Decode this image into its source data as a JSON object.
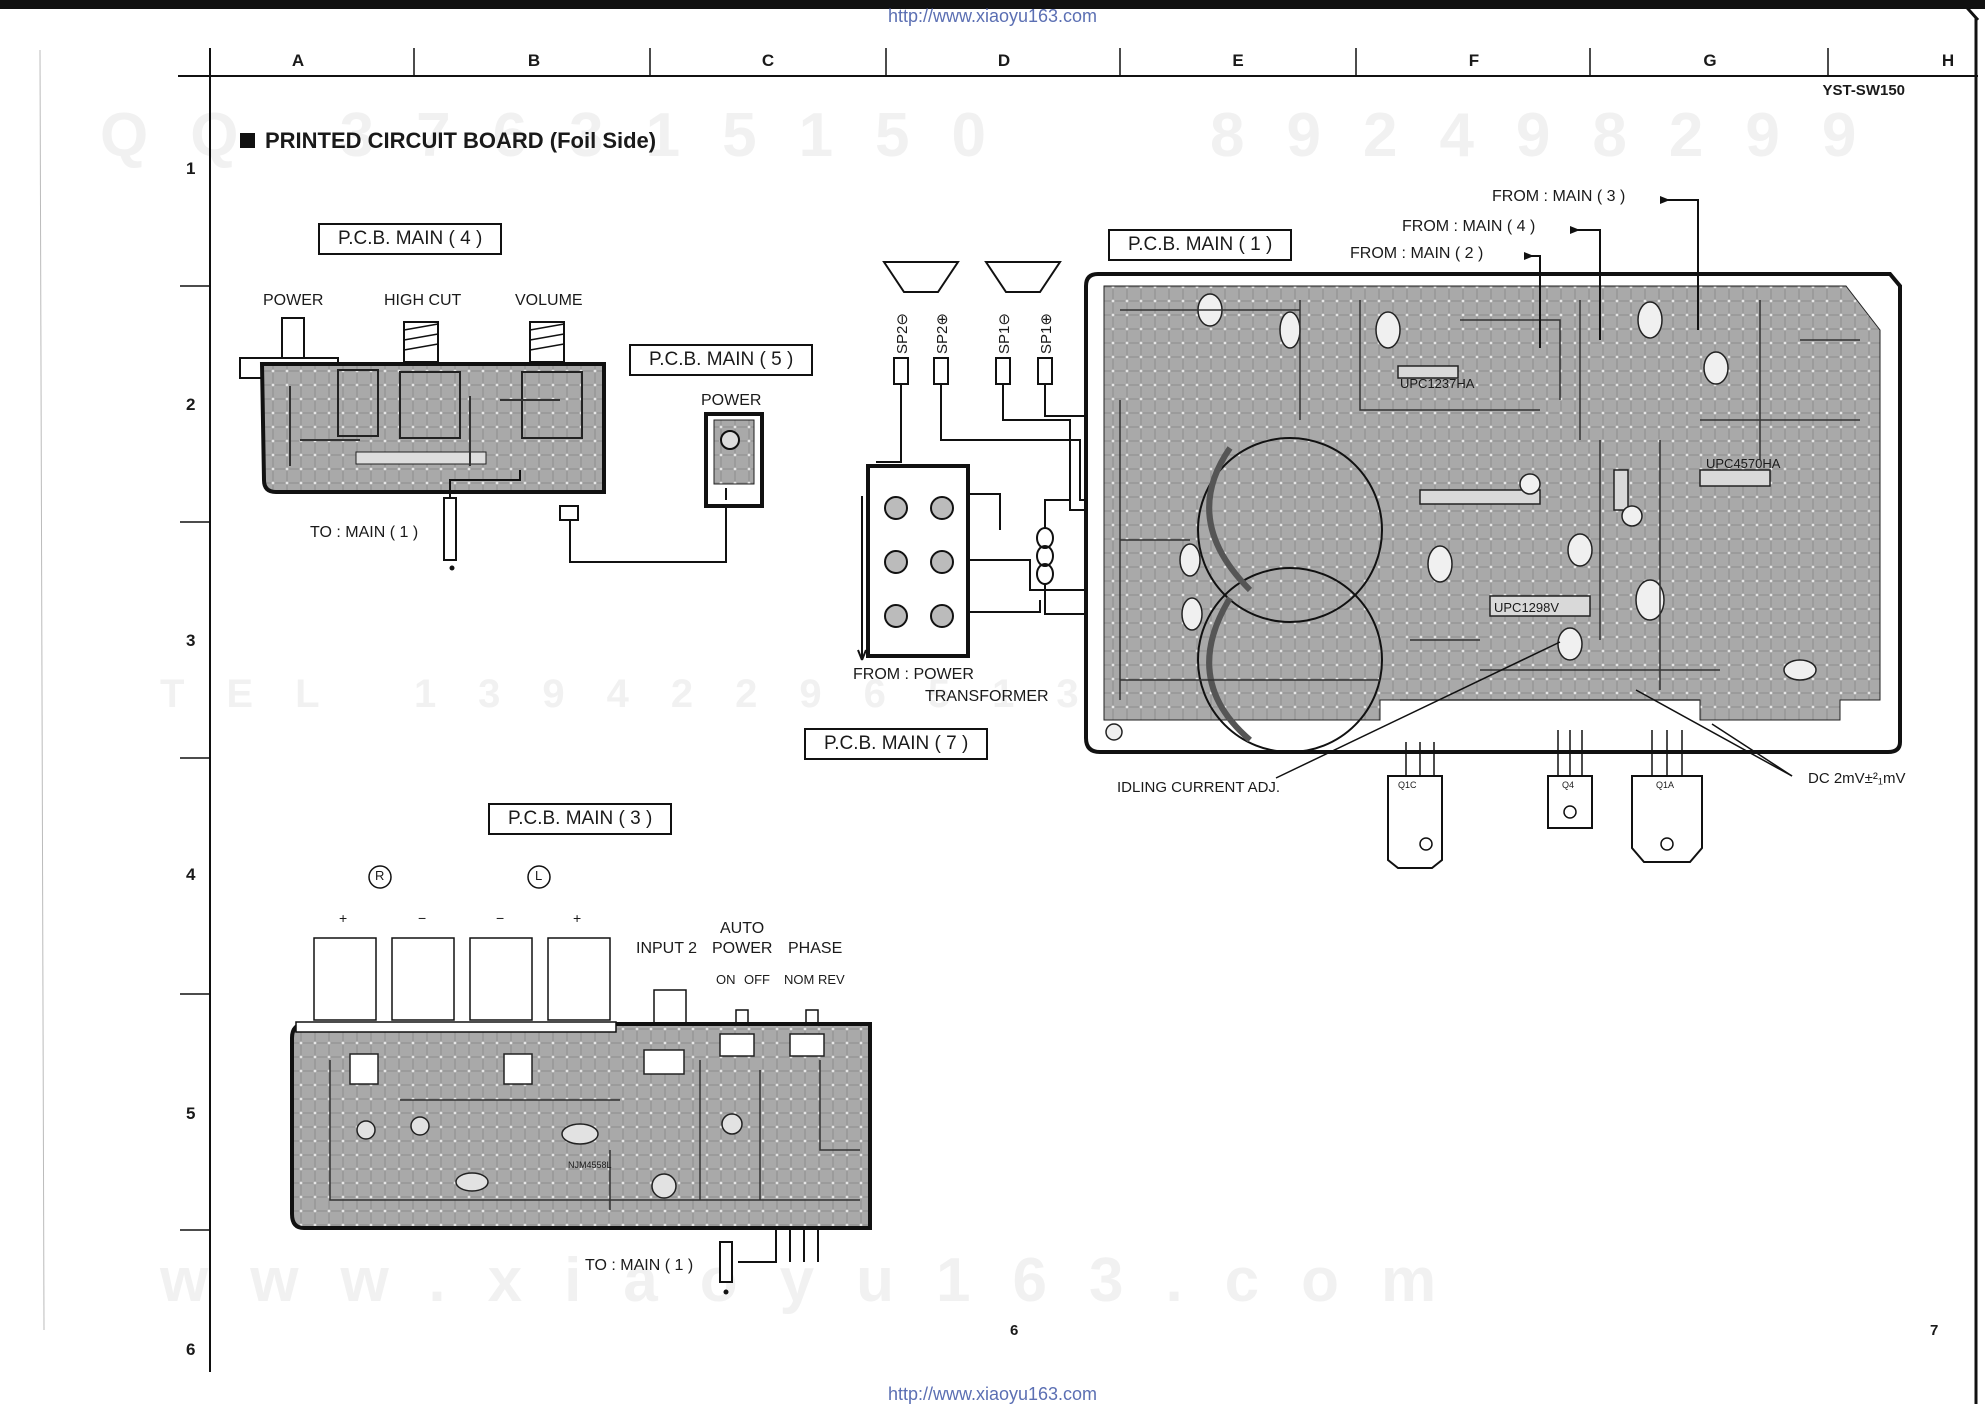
{
  "header": {
    "url_top": "http://www.xiaoyu163.com",
    "url_bottom": "http://www.xiaoyu163.com",
    "model": "YST-SW150",
    "title": "PRINTED CIRCUIT BOARD (Foil Side)"
  },
  "grid": {
    "columns": [
      "A",
      "B",
      "C",
      "D",
      "E",
      "F",
      "G",
      "H"
    ],
    "rows": [
      "1",
      "2",
      "3",
      "4",
      "5",
      "6"
    ]
  },
  "watermarks": {
    "line1": "QQ 376315150",
    "line1b": "892498299",
    "line2": "TEL 13942296513",
    "line3": "www.xiaoyu163.com"
  },
  "boards": {
    "main4": {
      "label": "P.C.B. MAIN ( 4 )",
      "controls": [
        "POWER",
        "HIGH CUT",
        "VOLUME"
      ],
      "to": "TO : MAIN ( 1 )"
    },
    "main5": {
      "label": "P.C.B. MAIN ( 5 )",
      "power": "POWER"
    },
    "main1": {
      "label": "P.C.B. MAIN ( 1 )",
      "from3": "FROM : MAIN ( 3 )",
      "from4": "FROM : MAIN ( 4 )",
      "from2": "FROM : MAIN ( 2 )",
      "idling": "IDLING CURRENT ADJ.",
      "dc": "DC 2mV±²₁mV",
      "ic_a": "UPC1237HA",
      "ic_b": "UPC1298V",
      "ic_c": "UPC4570HA",
      "transistors": [
        "Q1C",
        "Q4",
        "Q1A"
      ]
    },
    "main7": {
      "label": "P.C.B. MAIN ( 7 )",
      "from_power_1": "FROM : POWER",
      "from_power_2": "TRANSFORMER",
      "speakers": [
        "SP2⊖",
        "SP2⊕",
        "SP1⊖",
        "SP1⊕"
      ]
    },
    "main3": {
      "label": "P.C.B. MAIN ( 3 )",
      "channels": [
        "R",
        "L"
      ],
      "polarity": [
        "+",
        "−",
        "−",
        "+"
      ],
      "input2": "INPUT 2",
      "auto": "AUTO",
      "power": "POWER",
      "phase": "PHASE",
      "on": "ON",
      "off": "OFF",
      "nom": "NOM",
      "rev": "REV",
      "to": "TO : MAIN ( 1 )",
      "ic": "NJM4558L"
    }
  },
  "pages": {
    "left": "6",
    "right": "7"
  },
  "colors": {
    "board": "#a9a9a9",
    "outline": "#111111",
    "link": "#5b6fb3"
  }
}
